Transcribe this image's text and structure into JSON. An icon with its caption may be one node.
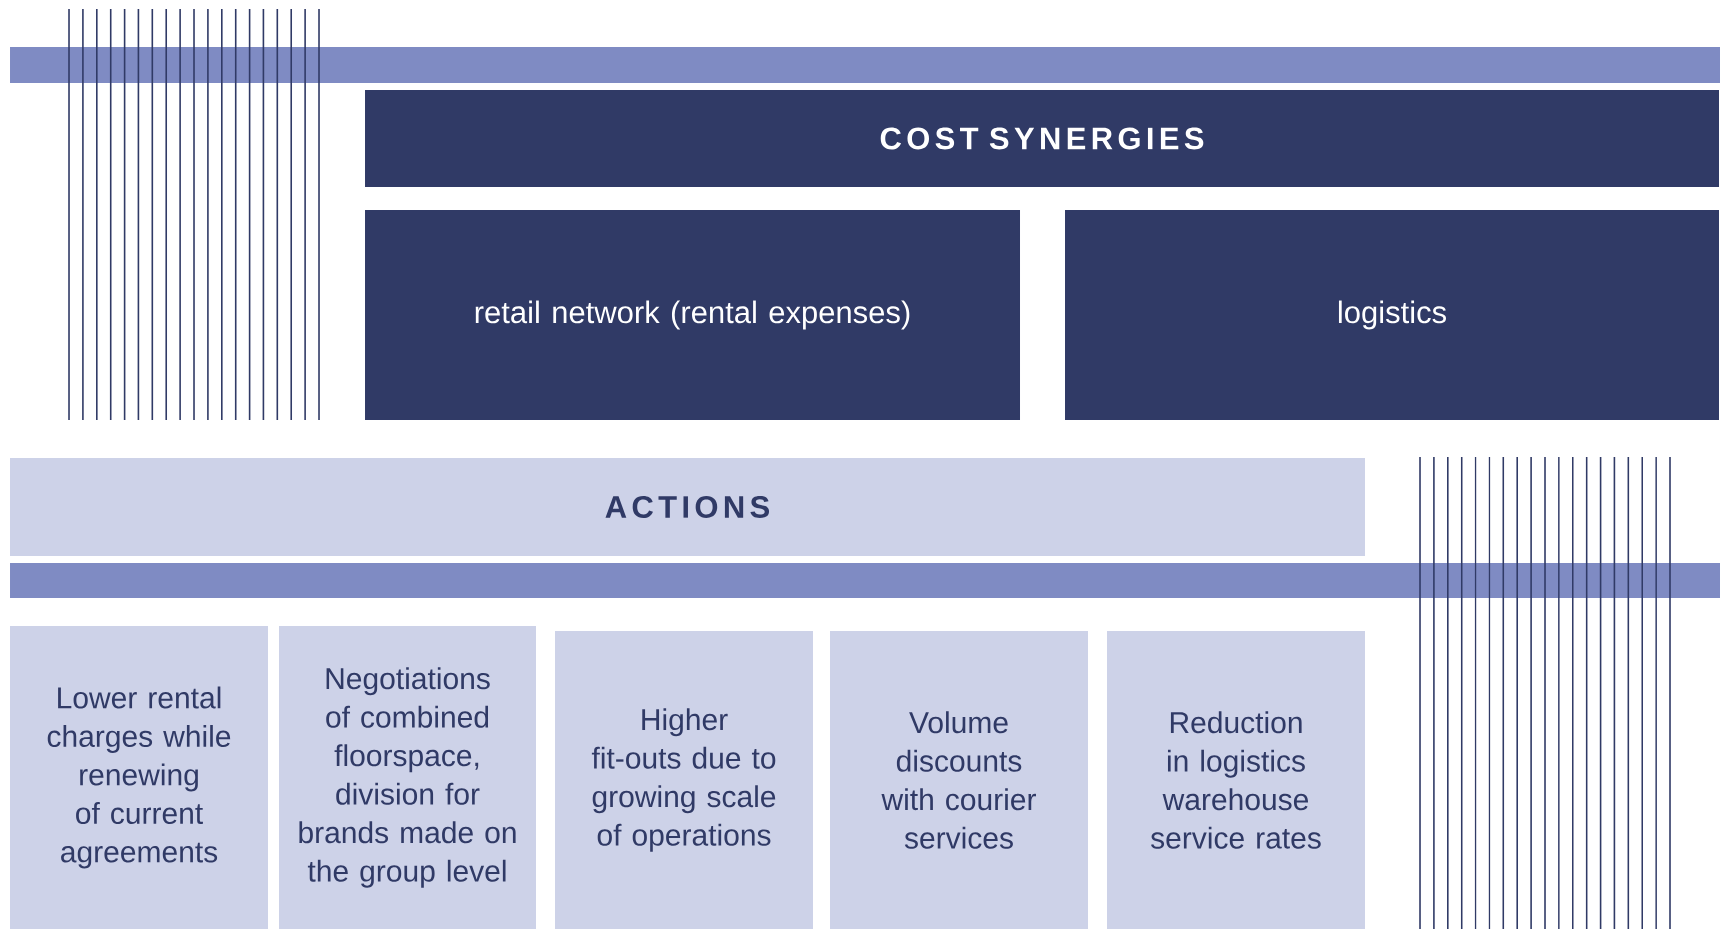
{
  "diagram": {
    "nodes": [
      {
        "text": [
          "COST SYNERGIES"
        ]
      },
      {
        "text": [
          "retail network (rental expenses)"
        ]
      },
      {
        "text": [
          "logistics"
        ]
      },
      {
        "text": [
          "ACTIONS"
        ]
      },
      {
        "text": [
          "Lower rental charges while renewing of current agreements"
        ]
      },
      {
        "text": [
          "Negotiations of combined floorspace, division for brands made on the group level"
        ]
      },
      {
        "text": [
          "Higher fit-outs due to growing scale of operations"
        ]
      },
      {
        "text": [
          "Volume discounts with courier services"
        ]
      },
      {
        "text": [
          "Reduction in logistics warehouse service rates"
        ]
      }
    ]
  }
}
